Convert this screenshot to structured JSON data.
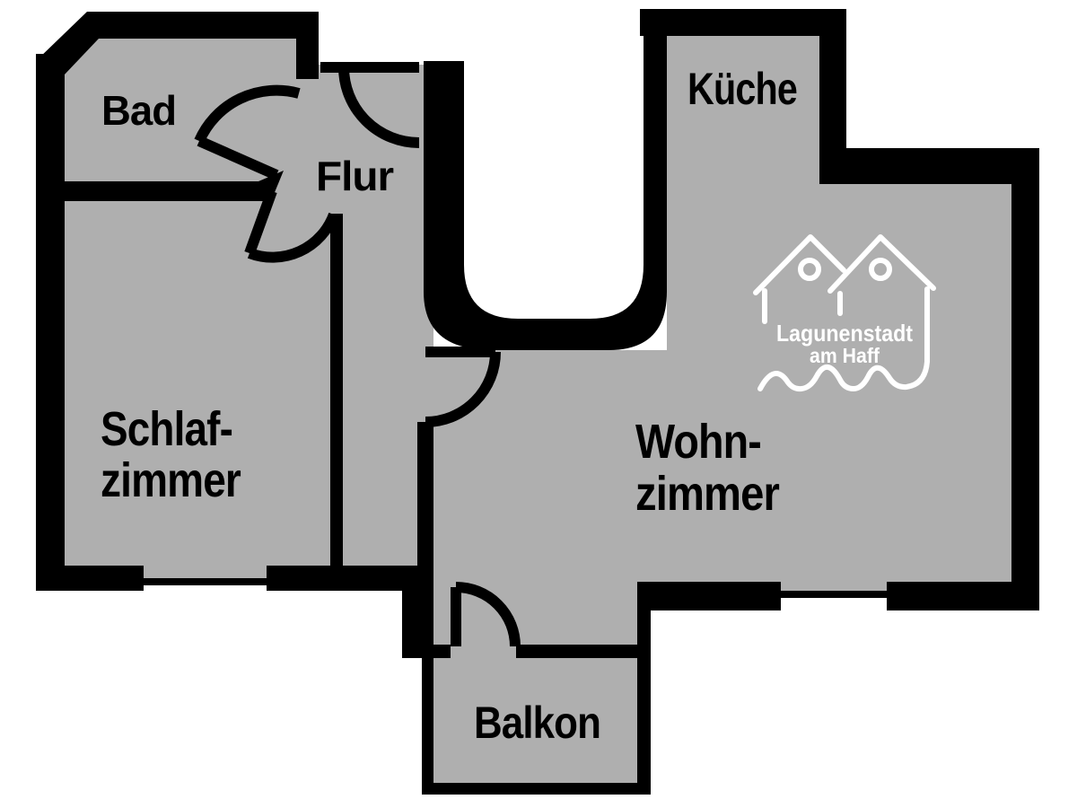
{
  "floorplan": {
    "background_color": "#ffffff",
    "wall_color": "#000000",
    "floor_color": "#afafaf",
    "rooms": {
      "bad": {
        "label": "Bad"
      },
      "flur": {
        "label": "Flur"
      },
      "kueche": {
        "label": "Küche"
      },
      "schlafzimmer": {
        "label_line1": "Schlaf-",
        "label_line2": "zimmer"
      },
      "wohnzimmer": {
        "label_line1": "Wohn-",
        "label_line2": "zimmer"
      },
      "balkon": {
        "label": "Balkon"
      }
    },
    "logo": {
      "text_line1": "Lagunenstadt",
      "text_line2": "am Haff",
      "color": "#ffffff"
    }
  }
}
